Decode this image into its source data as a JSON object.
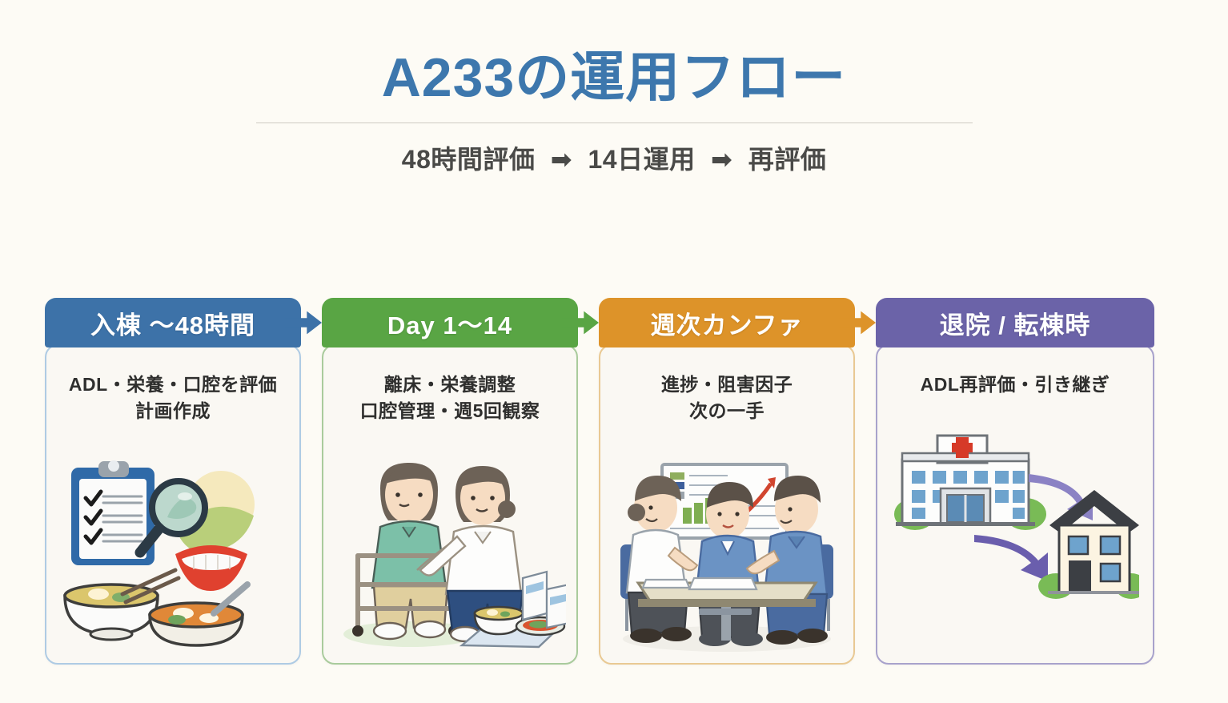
{
  "header": {
    "title": "A233の運用フロー",
    "subtitle_parts": [
      "48時間評価",
      "14日運用",
      "再評価"
    ],
    "subtitle_arrow": "➡",
    "title_color": "#3d77ad",
    "divider_color": "#cfcbc2"
  },
  "page": {
    "background_color": "#fdfbf5",
    "card_background_color": "#faf8f3"
  },
  "flow": {
    "steps": [
      {
        "head": "入棟 〜48時間",
        "body_line1": "ADL・栄養・口腔を評価",
        "body_line2": "計画作成",
        "accent_color": "#3d72a8",
        "border_color": "#aecbe4",
        "illustration": "clipboard-magnifier-mouth-meals-illustration"
      },
      {
        "head": "Day 1〜14",
        "body_line1": "離床・栄養調整",
        "body_line2": "口腔管理・週5回観察",
        "accent_color": "#59a544",
        "border_color": "#a9cb9c",
        "illustration": "walker-patient-nurse-meal-tray-illustration"
      },
      {
        "head": "週次カンファ",
        "body_line1": "進捗・阻害因子",
        "body_line2": "次の一手",
        "accent_color": "#dd9329",
        "border_color": "#e9c993",
        "illustration": "conference-meeting-whiteboard-illustration"
      },
      {
        "head": "退院 / 転棟時",
        "body_line1": "ADL再評価・引き継ぎ",
        "body_line2": "",
        "accent_color": "#6b63a8",
        "border_color": "#a8a2cc",
        "illustration": "hospital-to-home-arrows-illustration"
      }
    ],
    "connectors": [
      {
        "name": "arrow-step1-to-step2",
        "color": "#3d72a8"
      },
      {
        "name": "arrow-step2-to-step3",
        "color": "#59a544"
      },
      {
        "name": "arrow-step3-to-step4",
        "color": "#dd9329"
      }
    ]
  }
}
